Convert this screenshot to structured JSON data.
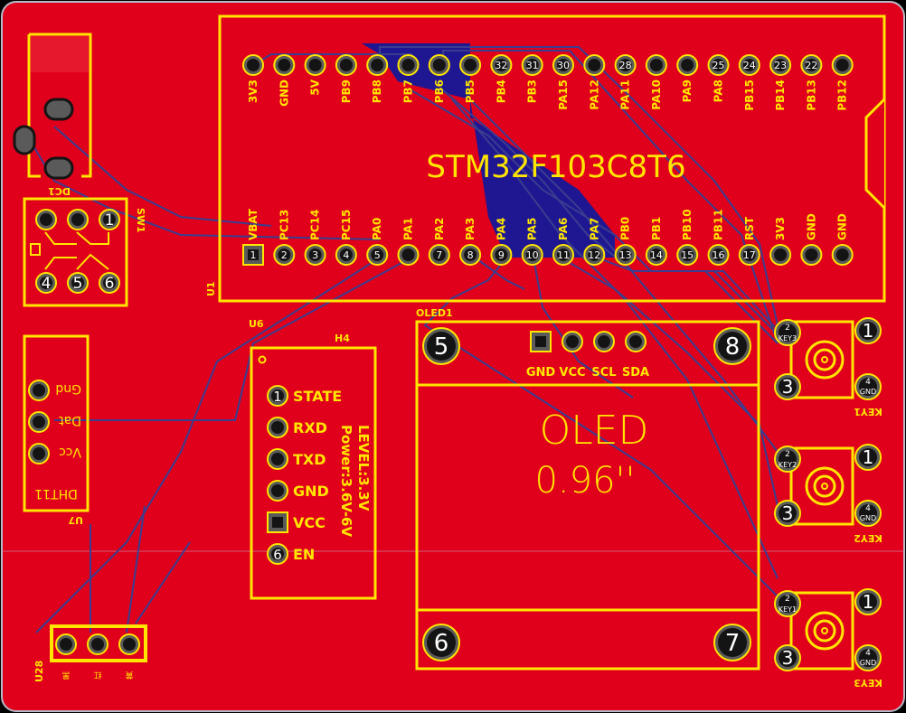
{
  "colors": {
    "board": "#e0001b",
    "board_edge": "#b9b9c9",
    "silkscreen": "#ffe600",
    "trace_outline": "#3a3d8f",
    "bottom_copper": "#0a1aa0",
    "pad_ring": "#5a5a5a",
    "pad_center": "#141414",
    "pin_label": "#ffffff"
  },
  "u1": {
    "designator": "U1",
    "value": "STM32F103C8T6",
    "top_pins": [
      {
        "label": "3V3",
        "num": ""
      },
      {
        "label": "GND",
        "num": ""
      },
      {
        "label": "5V",
        "num": ""
      },
      {
        "label": "PB9",
        "num": ""
      },
      {
        "label": "PB8",
        "num": ""
      },
      {
        "label": "PB7",
        "num": ""
      },
      {
        "label": "PB6",
        "num": ""
      },
      {
        "label": "PB5",
        "num": ""
      },
      {
        "label": "PB4",
        "num": "32"
      },
      {
        "label": "PB3",
        "num": "31"
      },
      {
        "label": "PA15",
        "num": "30"
      },
      {
        "label": "PA12",
        "num": ""
      },
      {
        "label": "PA11",
        "num": "28"
      },
      {
        "label": "PA10",
        "num": ""
      },
      {
        "label": "PA9",
        "num": ""
      },
      {
        "label": "PA8",
        "num": "25"
      },
      {
        "label": "PB15",
        "num": "24"
      },
      {
        "label": "PB14",
        "num": "23"
      },
      {
        "label": "PB13",
        "num": "22"
      },
      {
        "label": "PB12",
        "num": ""
      }
    ],
    "bottom_pins": [
      {
        "label": "VBAT",
        "num": "1"
      },
      {
        "label": "PC13",
        "num": "2"
      },
      {
        "label": "PC14",
        "num": "3"
      },
      {
        "label": "PC15",
        "num": "4"
      },
      {
        "label": "PA0",
        "num": "5"
      },
      {
        "label": "PA1",
        "num": ""
      },
      {
        "label": "PA2",
        "num": "7"
      },
      {
        "label": "PA3",
        "num": "8"
      },
      {
        "label": "PA4",
        "num": "9"
      },
      {
        "label": "PA5",
        "num": "10"
      },
      {
        "label": "PA6",
        "num": "11"
      },
      {
        "label": "PA7",
        "num": "12"
      },
      {
        "label": "PB0",
        "num": "13"
      },
      {
        "label": "PB1",
        "num": "14"
      },
      {
        "label": "PB10",
        "num": "15"
      },
      {
        "label": "PB11",
        "num": "16"
      },
      {
        "label": "RST",
        "num": "17"
      },
      {
        "label": "3V3",
        "num": ""
      },
      {
        "label": "GND",
        "num": ""
      },
      {
        "label": "GND",
        "num": ""
      }
    ]
  },
  "dc1": {
    "designator": "DC1"
  },
  "sw1": {
    "designator": "SW1",
    "pins": [
      "1",
      "2",
      "3",
      "4",
      "5",
      "6"
    ]
  },
  "u7": {
    "designator": "U7",
    "value": "DHT11",
    "pins": [
      "Gnd",
      "Dat",
      "Vcc"
    ]
  },
  "u6": {
    "designator": "U6"
  },
  "h4": {
    "designator": "H4",
    "pins": [
      {
        "num": "1",
        "label": "STATE"
      },
      {
        "num": "",
        "label": "RXD"
      },
      {
        "num": "",
        "label": "TXD"
      },
      {
        "num": "",
        "label": "GND"
      },
      {
        "num": "",
        "label": "VCC"
      },
      {
        "num": "6",
        "label": "EN"
      }
    ],
    "note_level": "LEVEL:3.3V",
    "note_power": "Power:3.6V-6V"
  },
  "oled1": {
    "designator": "OLED1",
    "pins": [
      "GND",
      "VCC",
      "SCL",
      "SDA"
    ],
    "title": "OLED",
    "size": "0.96''",
    "holes": [
      "5",
      "8",
      "6",
      "7"
    ]
  },
  "u28": {
    "designator": "U28",
    "pin_marks": [
      "黑",
      "红",
      "黄"
    ]
  },
  "keys": [
    {
      "designator": "KEY1",
      "net": "KEY3",
      "pins": [
        "1",
        "2",
        "3",
        "4"
      ],
      "gnd": "GND"
    },
    {
      "designator": "KEY2",
      "net": "KEY2",
      "pins": [
        "1",
        "2",
        "3",
        "4"
      ],
      "gnd": "GND"
    },
    {
      "designator": "KEY3",
      "net": "KEY1",
      "pins": [
        "1",
        "2",
        "3",
        "4"
      ],
      "gnd": "GND"
    }
  ]
}
